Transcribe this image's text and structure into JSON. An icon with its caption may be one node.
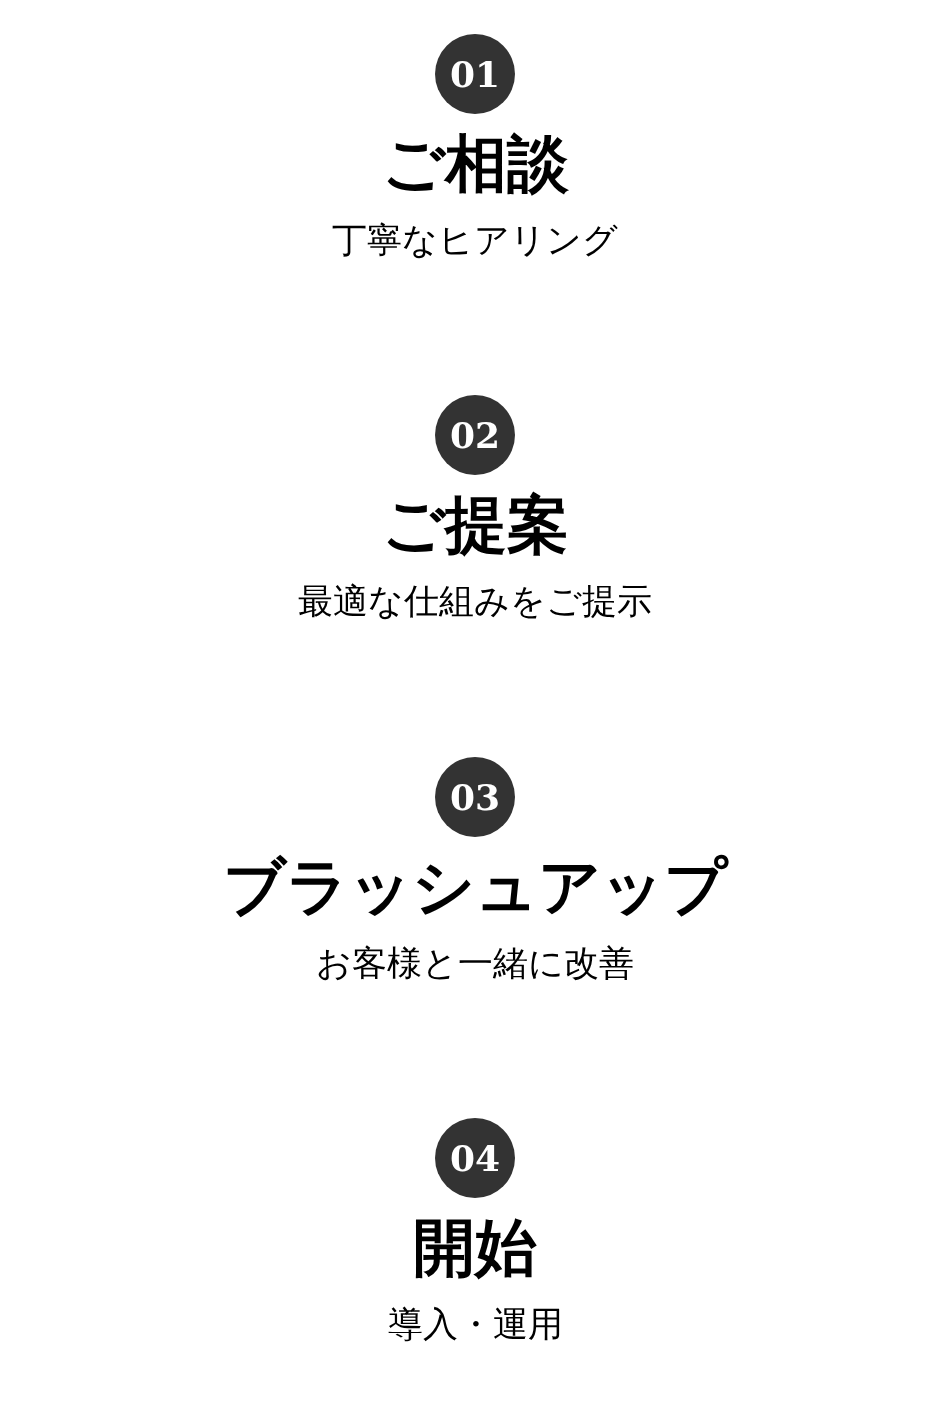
{
  "diagram": {
    "nodes": [
      {
        "text": [
          "01"
        ],
        "beside": [
          "ご相談",
          "丁寧なヒアリング"
        ]
      },
      {
        "text": [
          "02"
        ],
        "beside": [
          "ご提案",
          "最適な仕組みをご提示"
        ]
      },
      {
        "text": [
          "03"
        ],
        "beside": [
          "ブラッシュアップ",
          "お客様と一緒に改善"
        ]
      },
      {
        "text": [
          "04"
        ],
        "beside": [
          "開始",
          "導入・運用"
        ]
      }
    ]
  }
}
